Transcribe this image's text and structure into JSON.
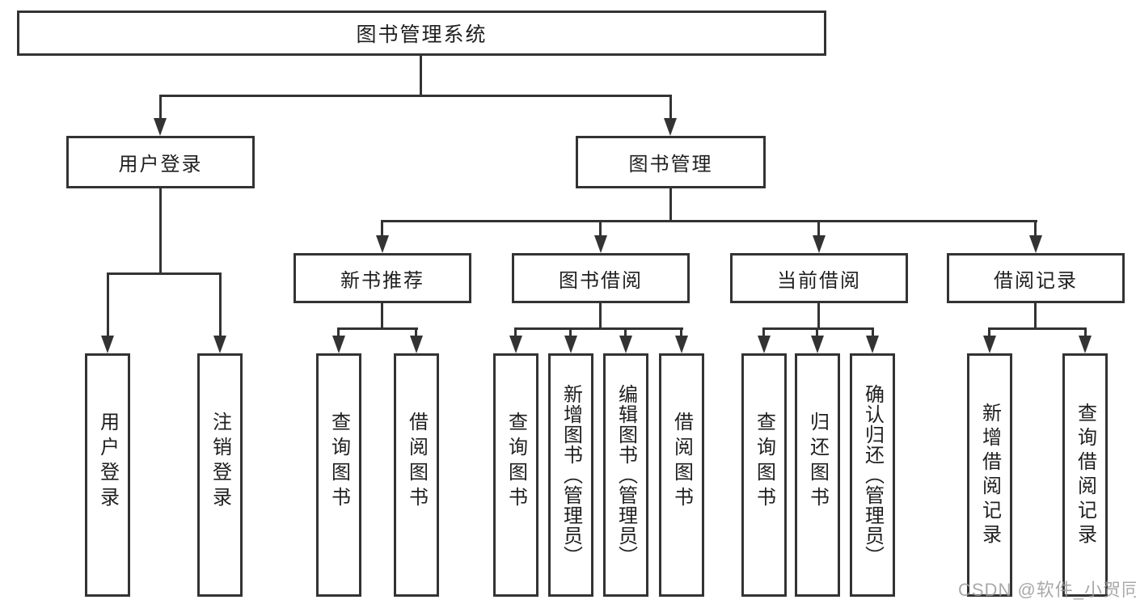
{
  "root": {
    "label": "图书管理系统"
  },
  "branches": [
    {
      "label": "用户登录",
      "leaves": [
        {
          "label": "用户登录"
        },
        {
          "label": "注销登录"
        }
      ]
    },
    {
      "label": "图书管理",
      "groups": [
        {
          "label": "新书推荐",
          "leaves": [
            {
              "label": "查询图书"
            },
            {
              "label": "借阅图书"
            }
          ]
        },
        {
          "label": "图书借阅",
          "leaves": [
            {
              "label": "查询图书"
            },
            {
              "label": "新增图书（管理员）"
            },
            {
              "label": "编辑图书（管理员）"
            },
            {
              "label": "借阅图书"
            }
          ]
        },
        {
          "label": "当前借阅",
          "leaves": [
            {
              "label": "查询图书"
            },
            {
              "label": "归还图书"
            },
            {
              "label": "确认归还（管理员）"
            }
          ]
        },
        {
          "label": "借阅记录",
          "leaves": [
            {
              "label": "新增借阅记录"
            },
            {
              "label": "查询借阅记录"
            }
          ]
        }
      ]
    }
  ],
  "watermark": {
    "text": "CSDN @软件_小贺同学"
  },
  "colors": {
    "line": "#333333",
    "text": "#1f1f1f",
    "watermark": "#9b9b9b",
    "background": "#ffffff"
  }
}
